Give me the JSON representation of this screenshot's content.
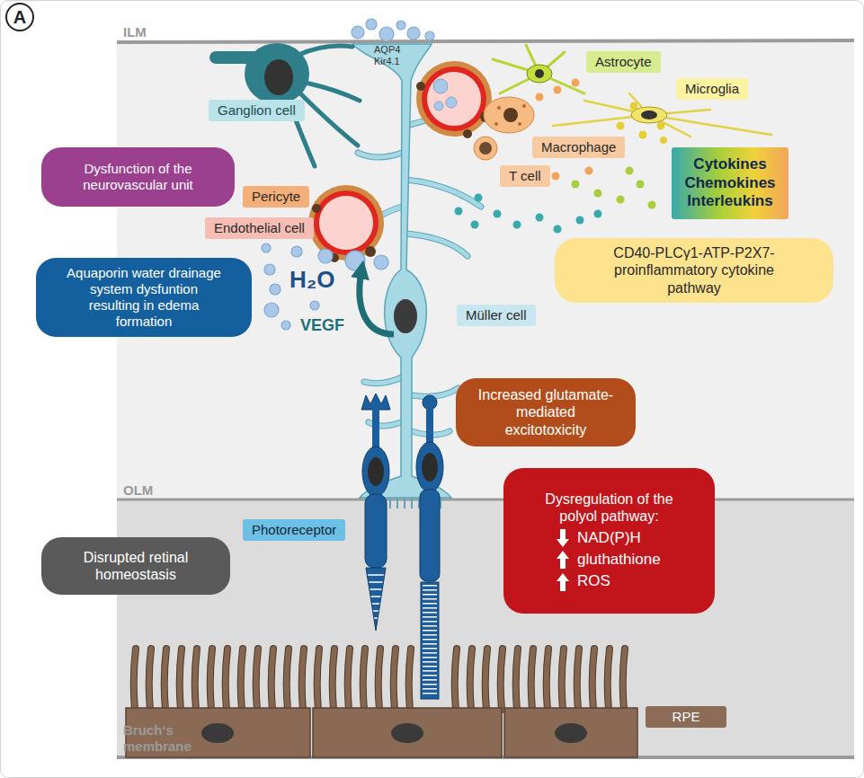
{
  "diagram": {
    "nodes": [
      {
        "text": [
          "A"
        ]
      },
      {
        "text": [
          "Astrocyte"
        ]
      },
      {
        "text": [
          "Microglia"
        ]
      },
      {
        "text": [
          "Ganglion cell"
        ]
      },
      {
        "text": [
          "Macrophage"
        ]
      },
      {
        "text": [
          "Dysfunction of the neurovascular unit"
        ]
      },
      {
        "text": [
          "Cytokines Chemokines Interleukins"
        ]
      },
      {
        "text": [
          "T cell"
        ]
      },
      {
        "text": [
          "Pericyte"
        ]
      },
      {
        "text": [
          "Endothelial cell"
        ]
      },
      {
        "text": [
          "CD40-PLCγ1-ATP-P2X7- proinflammatory cytokine pathway"
        ]
      },
      {
        "text": [
          "Aquaporin water drainage system dysfuntion resulting in edema formation"
        ]
      },
      {
        "text": [
          "Müller cell"
        ]
      },
      {
        "text": [
          "Increased glutamate-mediated excitotoxicity"
        ]
      },
      {
        "text": [
          "Dysregulation of the polyol pathway:",
          "NAD(P)H",
          "gluthathione",
          "ROS"
        ]
      },
      {
        "text": [
          "Photoreceptor"
        ]
      },
      {
        "text": [
          "Disrupted retinal homeostasis"
        ]
      },
      {
        "text": [
          "RPE"
        ]
      }
    ],
    "labels": [
      "ILM",
      "AQP4",
      "Kir4.1",
      "H₂O",
      "VEGF",
      "OLM",
      "Bruch‘s membrane"
    ]
  }
}
